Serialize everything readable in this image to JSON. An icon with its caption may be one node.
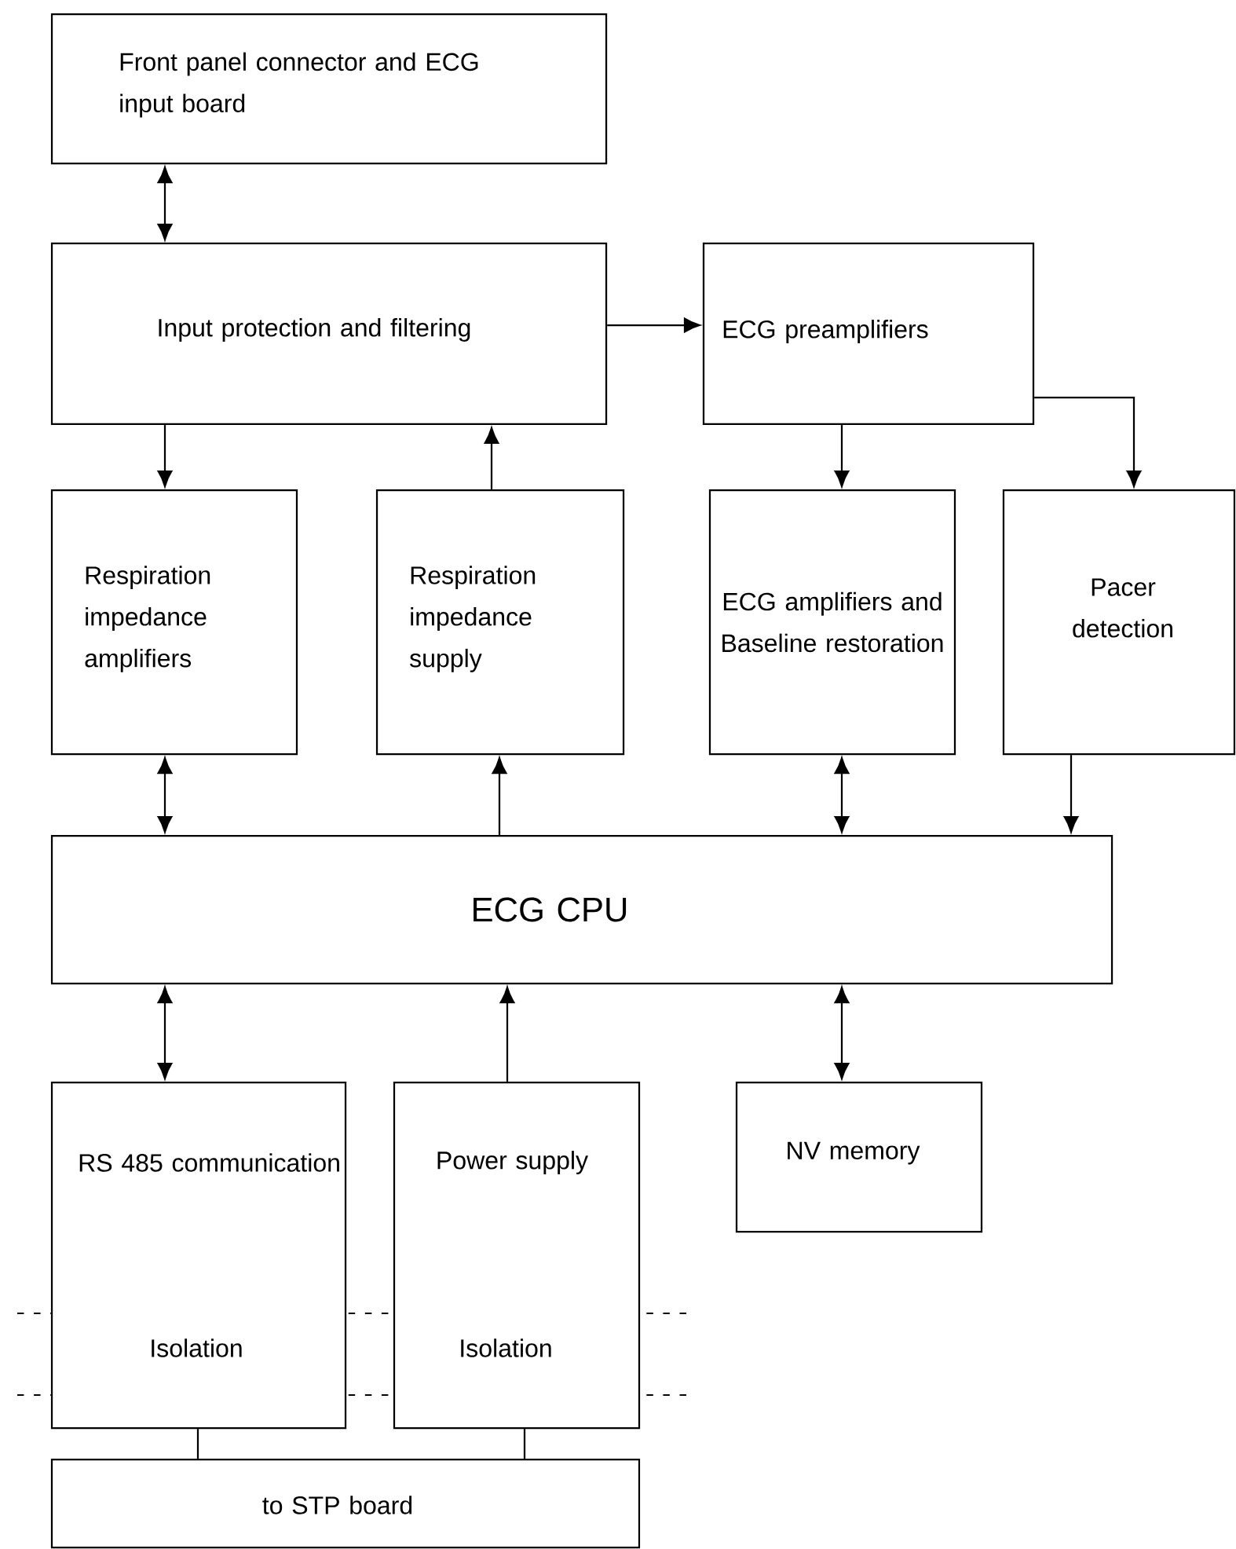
{
  "diagram": {
    "nodes": [
      {
        "text": [
          "Front panel connector and ECG input board"
        ]
      },
      {
        "text": [
          "Input protection and filtering"
        ]
      },
      {
        "text": [
          "ECG preamplifiers"
        ]
      },
      {
        "text": [
          "Respiration impedance amplifiers"
        ]
      },
      {
        "text": [
          "Respiration impedance supply"
        ]
      },
      {
        "text": [
          "ECG amplifiers and Baseline restoration"
        ]
      },
      {
        "text": [
          "Pacer detection"
        ]
      },
      {
        "text": [
          "ECG CPU"
        ]
      },
      {
        "text": [
          "RS 485 communication",
          "Isolation"
        ]
      },
      {
        "text": [
          "Power supply",
          "Isolation"
        ]
      },
      {
        "text": [
          "NV memory"
        ]
      },
      {
        "text": [
          "to STP board"
        ]
      }
    ],
    "edges": [
      {
        "from": 0,
        "to": 1,
        "arrow": "both"
      },
      {
        "from": 1,
        "to": 2,
        "arrow": "to"
      },
      {
        "from": 1,
        "to": 3,
        "arrow": "to"
      },
      {
        "from": 4,
        "to": 1,
        "arrow": "to"
      },
      {
        "from": 2,
        "to": 5,
        "arrow": "to"
      },
      {
        "from": 2,
        "to": 6,
        "arrow": "to"
      },
      {
        "from": 3,
        "to": 7,
        "arrow": "both"
      },
      {
        "from": 7,
        "to": 4,
        "arrow": "to"
      },
      {
        "from": 5,
        "to": 7,
        "arrow": "both"
      },
      {
        "from": 6,
        "to": 7,
        "arrow": "to"
      },
      {
        "from": 8,
        "to": 7,
        "arrow": "both"
      },
      {
        "from": 9,
        "to": 7,
        "arrow": "to"
      },
      {
        "from": 7,
        "to": 10,
        "arrow": "both"
      },
      {
        "from": 8,
        "to": 11,
        "arrow": "none"
      },
      {
        "from": 9,
        "to": 11,
        "arrow": "none"
      }
    ]
  }
}
